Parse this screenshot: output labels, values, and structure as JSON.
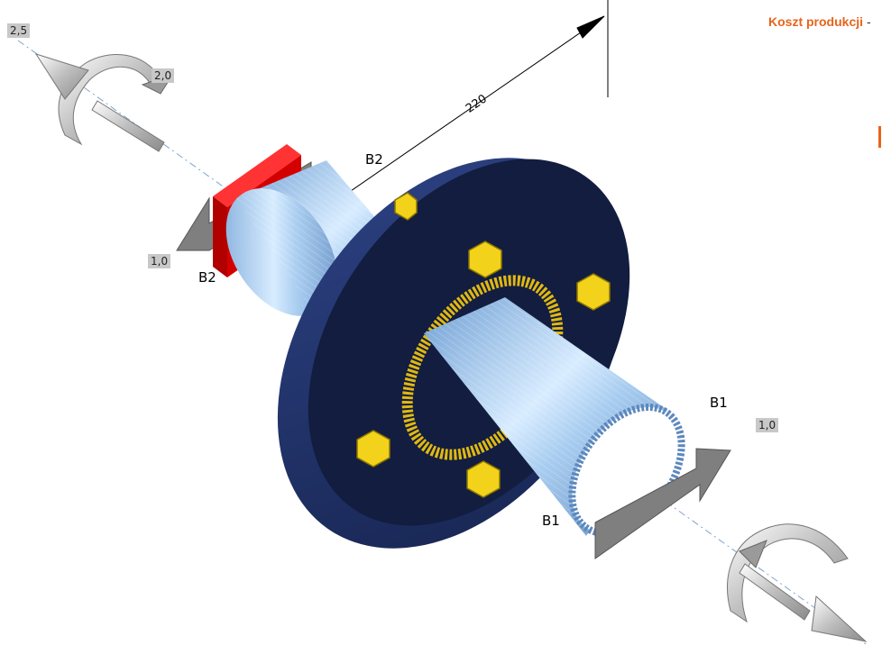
{
  "header": {
    "title": "Koszt produkcji",
    "dash": "-"
  },
  "load_tags": {
    "moment_left_a": "2,5",
    "moment_left_b": "2,0",
    "force_left": "1,0",
    "force_right": "1,0"
  },
  "dimension": {
    "length": "220"
  },
  "planes": {
    "b1_top": "B1",
    "b1_bottom": "B1",
    "b2_top": "B2",
    "b2_bottom": "B2"
  },
  "colors": {
    "accent": "#e8641b",
    "flange": "#1d2f6b",
    "flange_face": "#121d3f",
    "tube": "#a9cdf0",
    "bolts": "#f2d21a",
    "support": "#d40000",
    "arrows": "#8c8c8c",
    "tag_bg": "#c8c8c8"
  },
  "icons": [
    "moment-arrow-icon",
    "force-arrow-icon",
    "bolt-icon",
    "dimension-arrow-icon"
  ]
}
